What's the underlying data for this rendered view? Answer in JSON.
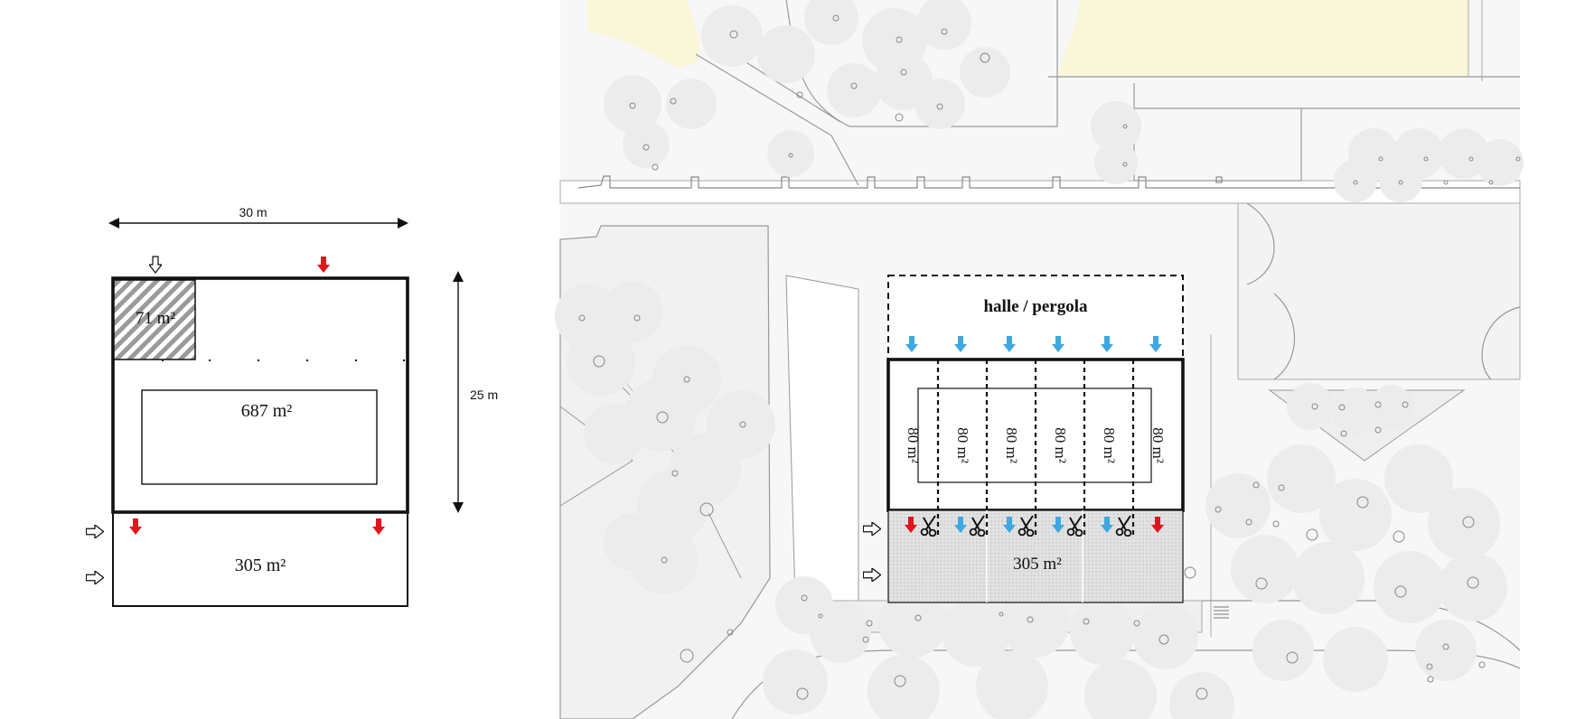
{
  "left_plan": {
    "width_label": "30 m",
    "height_label": "25 m",
    "corner_area": "71 m²",
    "main_area": "687 m²",
    "annex_area": "305 m²"
  },
  "site_plan": {
    "title": "halle / pergola",
    "unit_area": "80 m²",
    "units": [
      "80 m²",
      "80 m²",
      "80 m²",
      "80 m²",
      "80 m²",
      "80 m²"
    ],
    "annex_area": "305 m²"
  },
  "legend_colors": {
    "red_arrow": "#e3121b",
    "blue_arrow": "#3ea8e0",
    "beige_zone": "#faf6d8",
    "tree_canopy": "#ececec"
  }
}
